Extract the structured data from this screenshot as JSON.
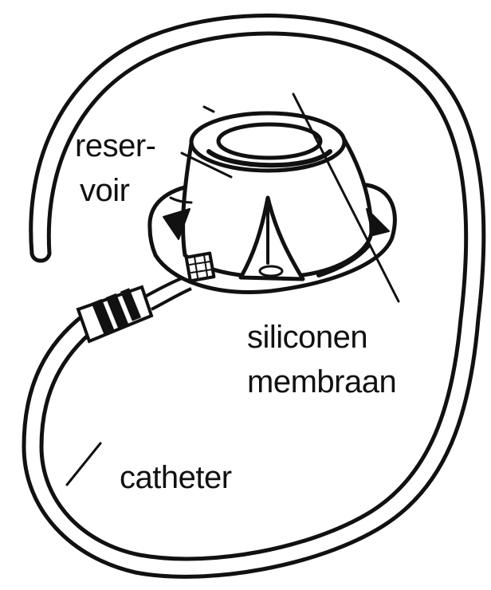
{
  "labels": {
    "reservoir_line1": "reser-",
    "reservoir_line2": "voir",
    "membrane_line1": "siliconen",
    "membrane_line2": "membraan",
    "catheter": "catheter"
  },
  "colors": {
    "ink": "#111111",
    "background": "#ffffff"
  }
}
